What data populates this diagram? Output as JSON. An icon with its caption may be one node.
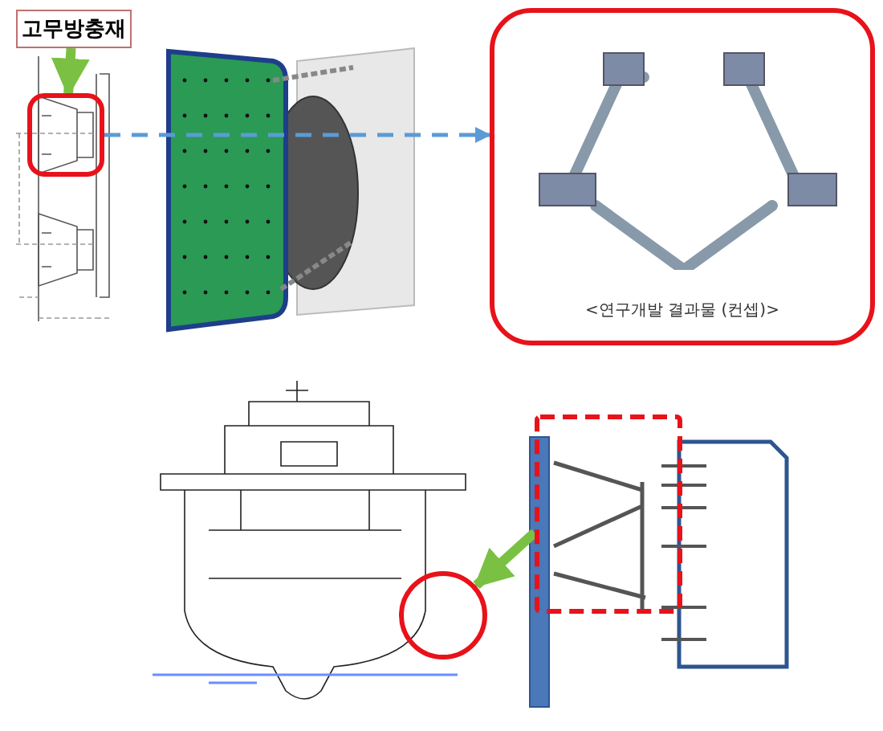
{
  "diagram": {
    "nodes": [
      {
        "text": [
          "고무방충재"
        ]
      },
      {
        "text": [],
        "shape": "box"
      },
      {
        "text": [
          "<연구개발 결과물 (컨셉)>"
        ]
      },
      {
        "text": [],
        "shape": "box"
      },
      {
        "text": [],
        "shape": "circle"
      }
    ],
    "edges": [
      {
        "from": 0,
        "to": 1,
        "arrow": "to"
      },
      {
        "from": 1,
        "to": 2,
        "arrow": "to",
        "style": "dashed",
        "color": "#5b9bd5"
      },
      {
        "from": 3,
        "to": 4,
        "arrow": "to"
      }
    ]
  }
}
